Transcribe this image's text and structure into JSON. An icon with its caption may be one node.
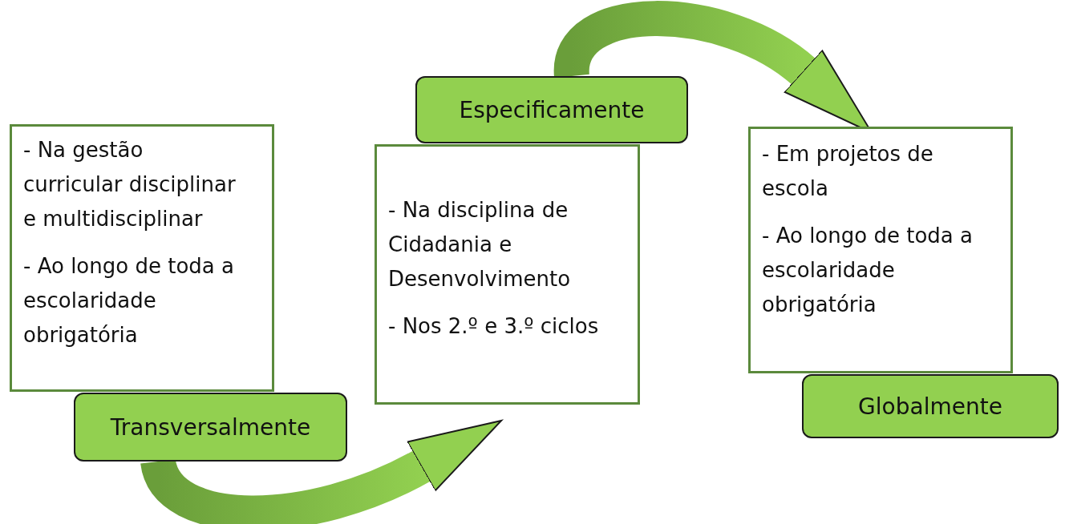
{
  "diagram": {
    "nodes": [
      {
        "text": [
          "- Na gestão curricular disciplinar e multidisciplinar",
          "- Ao longo de toda a escolaridade obrigatória"
        ]
      },
      {
        "text": [
          "Transversalmente"
        ]
      },
      {
        "text": [
          "- Na disciplina de Cidadania e Desenvolvimento",
          "- Nos 2.º e 3.º ciclos"
        ]
      },
      {
        "text": [
          "Especificamente"
        ]
      },
      {
        "text": [
          "- Em projetos de escola",
          "- Ao longo de toda a escolaridade obrigatória"
        ]
      },
      {
        "text": [
          "Globalmente"
        ]
      }
    ],
    "edges": [
      {
        "from": 1,
        "to": 2,
        "arrow": "to",
        "style": "thick"
      },
      {
        "from": 3,
        "to": 4,
        "arrow": "to",
        "style": "thick"
      }
    ]
  }
}
